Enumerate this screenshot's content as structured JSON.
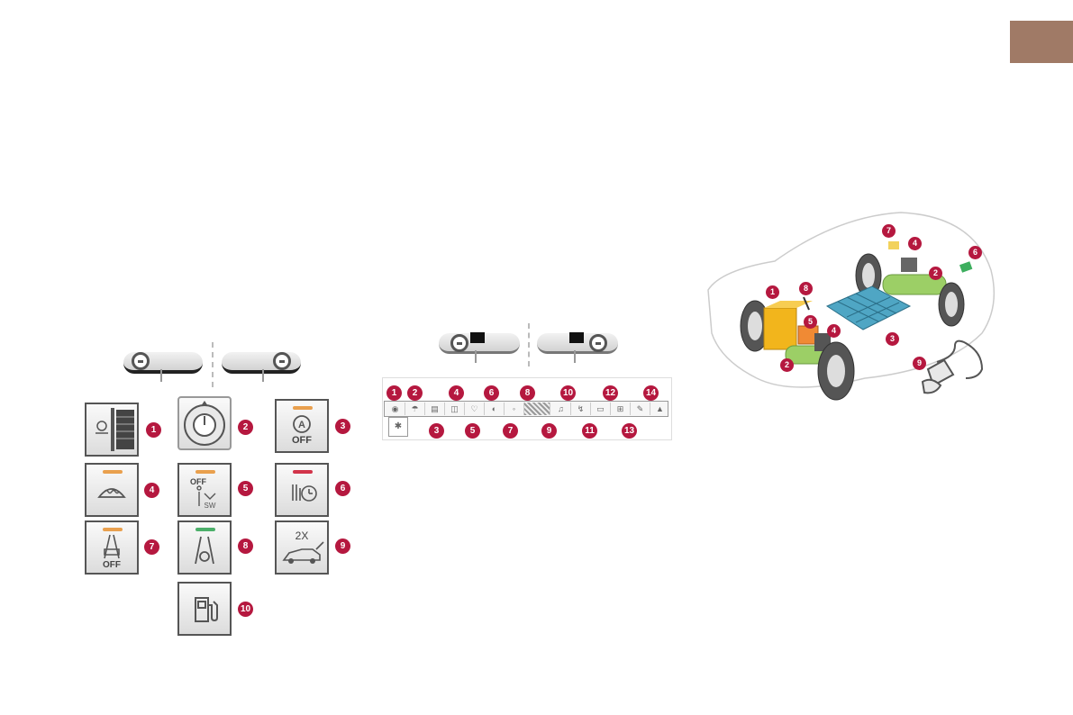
{
  "page": {
    "tab_color": "#a07a66",
    "badge_color": "#b5183f"
  },
  "left_panel": {
    "buttons": [
      {
        "n": "1",
        "icon": "headlamp-dimmer-icon"
      },
      {
        "n": "2",
        "icon": "rotary-dial-icon"
      },
      {
        "n": "3",
        "icon": "auto-off-icon",
        "label": "OFF",
        "led": "#e9a04e"
      },
      {
        "n": "4",
        "icon": "front-demist-icon",
        "led": "#e9a04e"
      },
      {
        "n": "5",
        "icon": "sport-mode-icon",
        "label": "OFF",
        "led": "#e9a04e"
      },
      {
        "n": "6",
        "icon": "heater-timer-icon",
        "led": "#d2344a"
      },
      {
        "n": "7",
        "icon": "lane-assist-off-icon",
        "label": "OFF",
        "led": "#e9a04e"
      },
      {
        "n": "8",
        "icon": "lane-keep-icon",
        "led": "#4caf6a"
      },
      {
        "n": "9",
        "icon": "tailgate-icon",
        "label": "2X"
      },
      {
        "n": "10",
        "icon": "fuel-flap-icon"
      }
    ]
  },
  "middle_panel": {
    "top_badges": [
      "1",
      "2",
      "4",
      "6",
      "8",
      "10",
      "12",
      "14"
    ],
    "bottom_badges": [
      "3",
      "5",
      "7",
      "9",
      "11",
      "13"
    ]
  },
  "right_panel": {
    "badges": [
      "1",
      "2",
      "2",
      "3",
      "4",
      "4",
      "5",
      "6",
      "7",
      "8",
      "9"
    ],
    "colors": {
      "engine": "#f2b51c",
      "motor": "#9ccf66",
      "battery": "#4fa6c4",
      "inverter": "#f08a34"
    }
  }
}
